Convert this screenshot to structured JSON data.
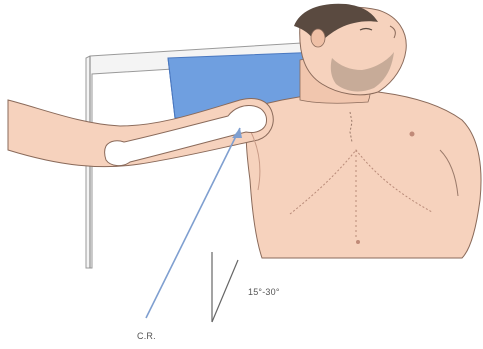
{
  "labels": {
    "central_ray": "C.R.",
    "angle": "15°-30°"
  },
  "colors": {
    "skin": "#f6d2bd",
    "skin_shadow": "#e7b69d",
    "outline": "#8a6a5a",
    "hair": "#5a4a40",
    "image_receptor": "#6f9fe0",
    "receptor_back": "#f4f4f4",
    "bone": "#ffffff",
    "ray_line": "#7f9fd0"
  },
  "icons": [
    "patient-figure",
    "humerus-bone",
    "image-receptor",
    "central-ray-arrow",
    "angle-indicator"
  ]
}
